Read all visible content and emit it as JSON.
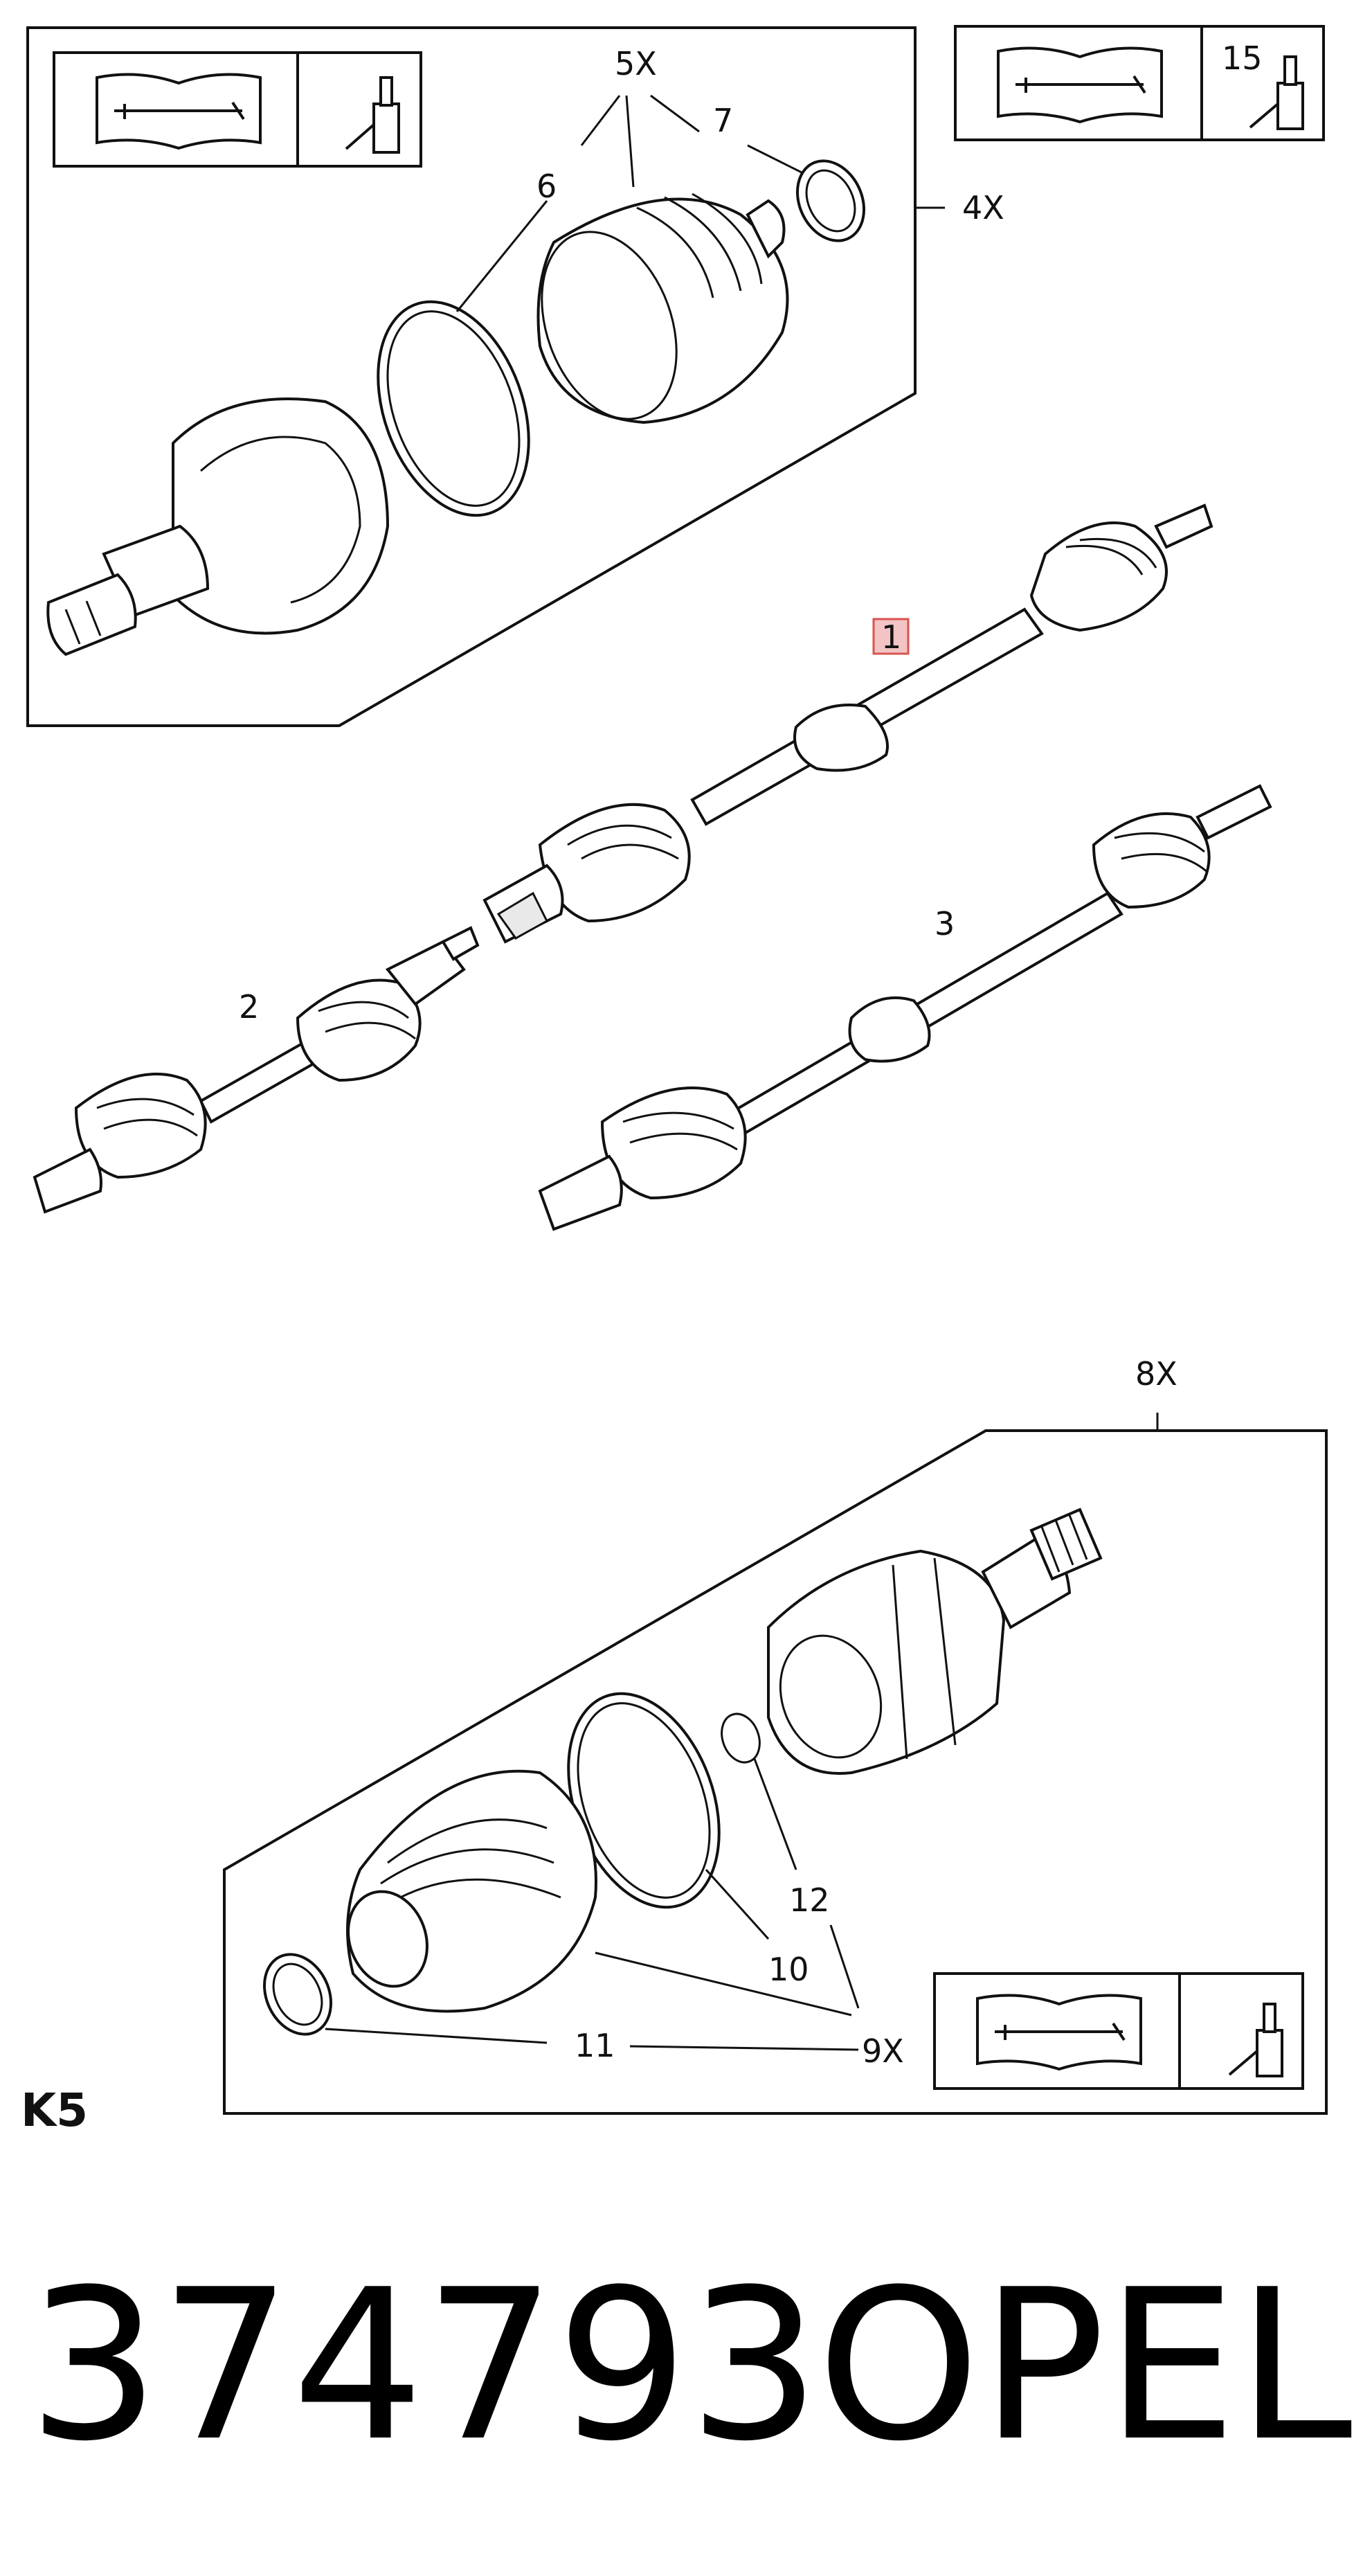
{
  "callouts": {
    "c1": "1",
    "c2": "2",
    "c3": "3",
    "c4x": "4X",
    "c5x": "5X",
    "c6": "6",
    "c7": "7",
    "c8x": "8X",
    "c9x": "9X",
    "c10": "10",
    "c11": "11",
    "c12": "12",
    "c15": "15"
  },
  "section_label": "K5",
  "part_number": "374793",
  "brand": "OPEL",
  "colors": {
    "highlight_box": "#f2c4c4",
    "highlight_border": "#d9534f"
  },
  "icons": [
    "manual-wrench-icon",
    "lubricant-bottle-icon"
  ]
}
